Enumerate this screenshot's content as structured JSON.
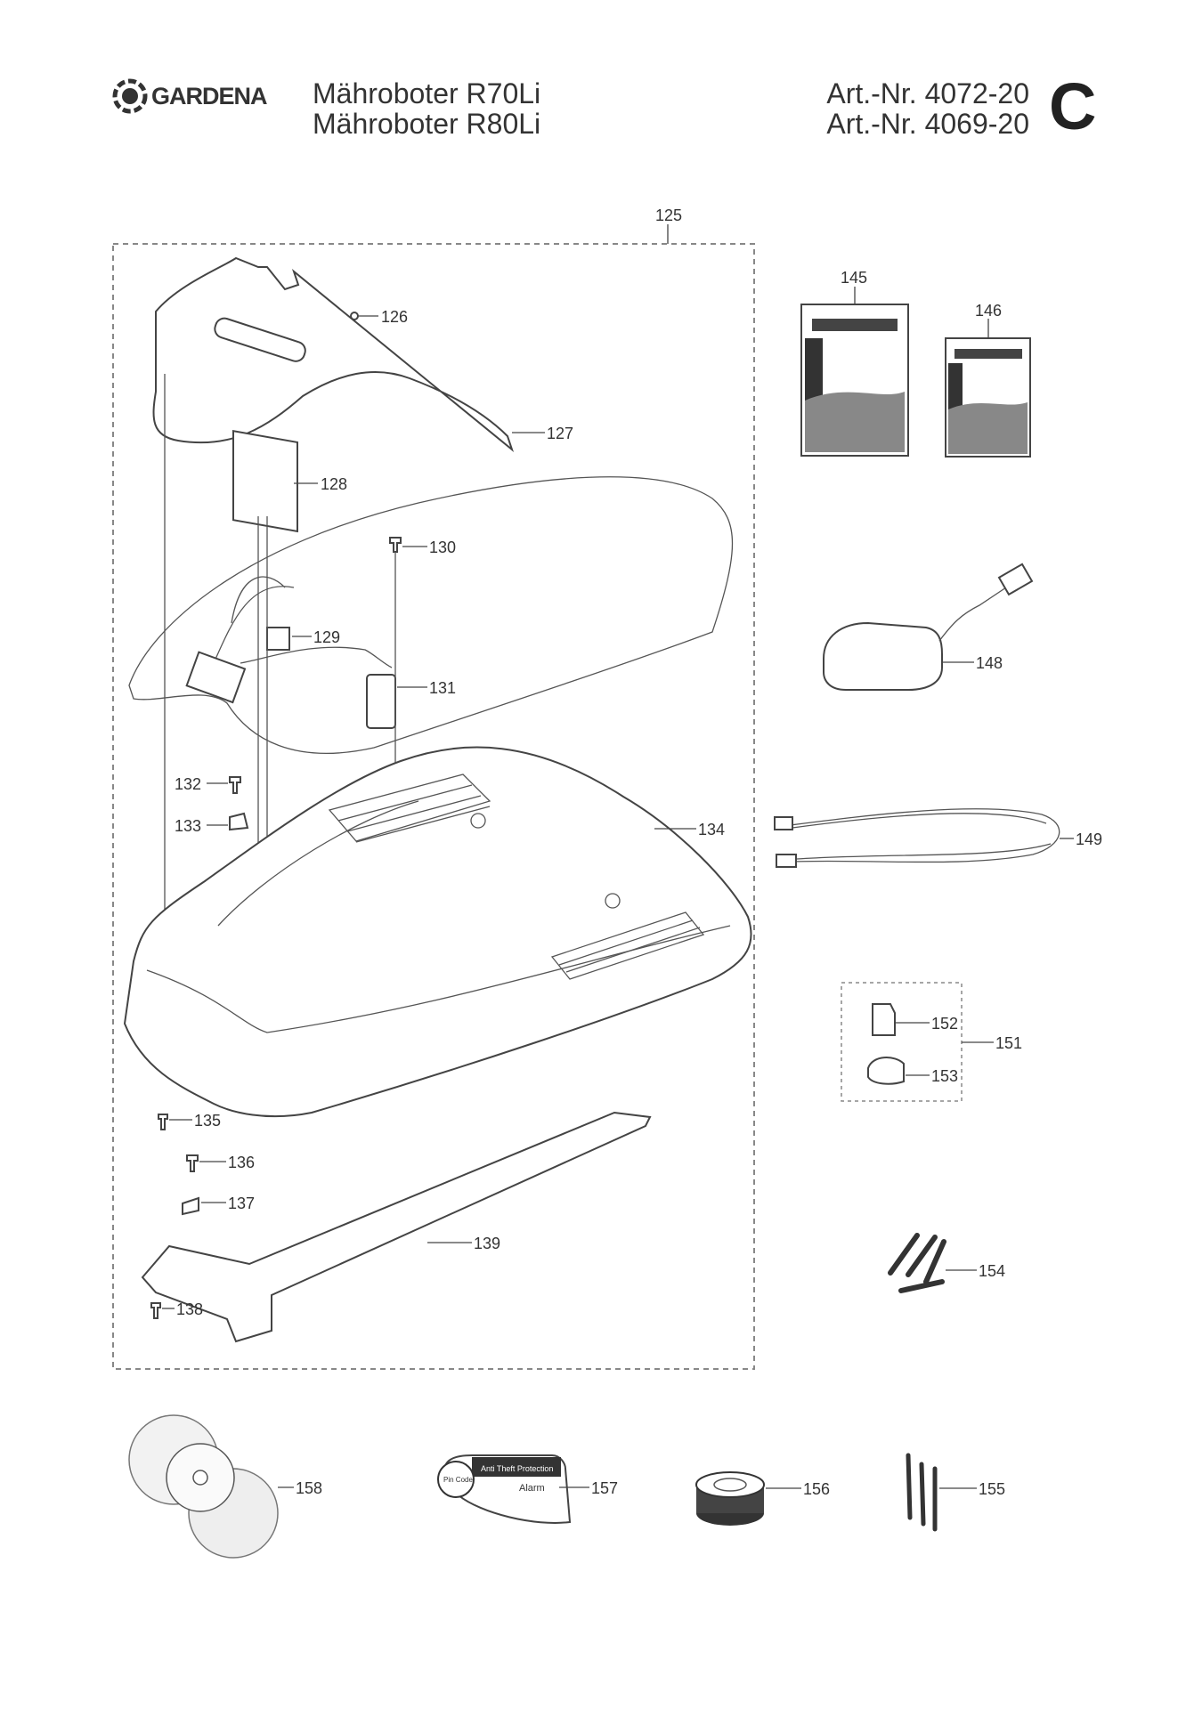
{
  "header": {
    "brand": "GARDENA",
    "titles": [
      "Mähroboter R70Li",
      "Mähroboter R80Li"
    ],
    "article_numbers": [
      "Art.-Nr. 4072-20",
      "Art.-Nr. 4069-20"
    ],
    "sheet_letter": "C"
  },
  "sticker": {
    "pin_code": "Pin Code",
    "heading": "Anti Theft Protection",
    "alarm": "Alarm"
  },
  "labels": {
    "p125": "125",
    "p126": "126",
    "p127": "127",
    "p128": "128",
    "p129": "129",
    "p130": "130",
    "p131": "131",
    "p132": "132",
    "p133": "133",
    "p134": "134",
    "p135": "135",
    "p136": "136",
    "p137": "137",
    "p138": "138",
    "p139": "139",
    "p145": "145",
    "p146": "146",
    "p148": "148",
    "p149": "149",
    "p151": "151",
    "p152": "152",
    "p153": "153",
    "p154": "154",
    "p155": "155",
    "p156": "156",
    "p157": "157",
    "p158": "158"
  }
}
